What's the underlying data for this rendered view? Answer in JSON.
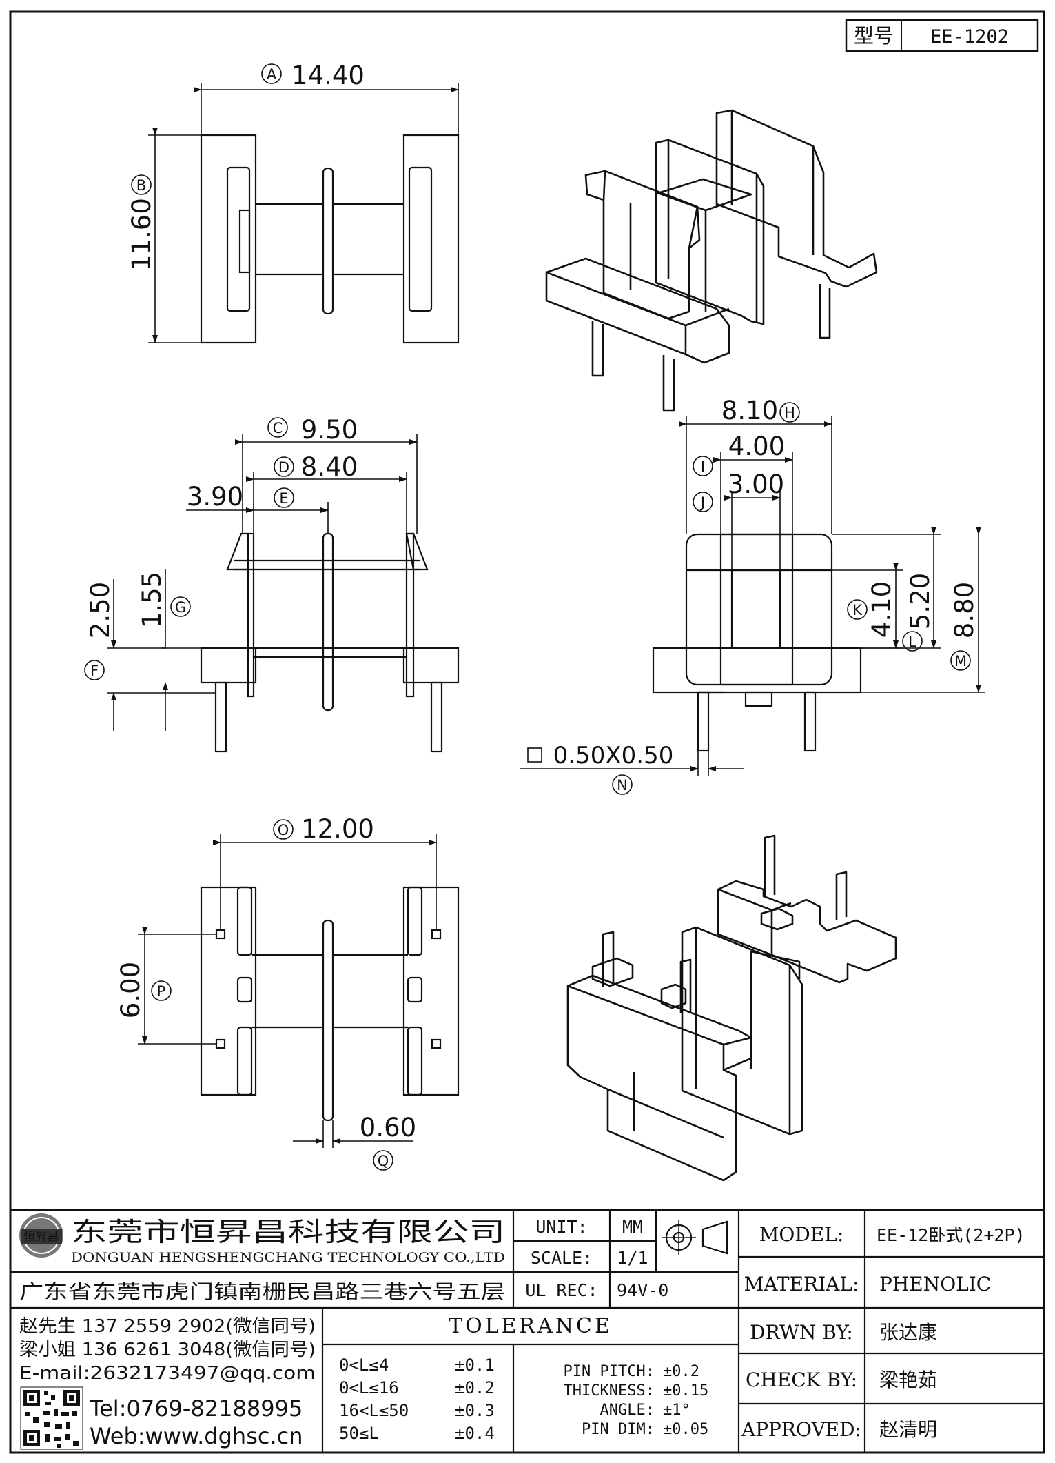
{
  "model_box": {
    "label": "型号",
    "value": "EE-1202"
  },
  "dimensions": {
    "A": {
      "letter": "A",
      "value": "14.40"
    },
    "B": {
      "letter": "B",
      "value": "11.60"
    },
    "C": {
      "letter": "C",
      "value": "9.50"
    },
    "D": {
      "letter": "D",
      "value": "8.40"
    },
    "E": {
      "letter": "E",
      "value": "3.90"
    },
    "F": {
      "letter": "F",
      "value": "2.50"
    },
    "G": {
      "letter": "G",
      "value": "1.55"
    },
    "H": {
      "letter": "H",
      "value": "8.10"
    },
    "I": {
      "letter": "I",
      "value": "4.00"
    },
    "J": {
      "letter": "J",
      "value": "3.00"
    },
    "K": {
      "letter": "K",
      "value": "4.10"
    },
    "L": {
      "letter": "L",
      "value": "5.20"
    },
    "M": {
      "letter": "M",
      "value": "8.80"
    },
    "N": {
      "letter": "N",
      "value": "0.50X0.50"
    },
    "O": {
      "letter": "O",
      "value": "12.00"
    },
    "P": {
      "letter": "P",
      "value": "6.00"
    },
    "Q": {
      "letter": "Q",
      "value": "0.60"
    }
  },
  "title_block": {
    "company_cn": "东莞市恒昇昌科技有限公司",
    "company_en": "DONGUAN HENGSHENGCHANG TECHNOLOGY CO.,LTD",
    "logo_text": "恒昇昌",
    "address": "广东省东莞市虎门镇南栅民昌路三巷六号五层",
    "unit_label": "UNIT:",
    "unit_value": "MM",
    "scale_label": "SCALE:",
    "scale_value": "1/1",
    "ulrec_label": "UL REC:",
    "ulrec_value": "94V-0",
    "model_label": "MODEL:",
    "model_value": "EE-12卧式(2+2P)",
    "material_label": "MATERIAL:",
    "material_value": "PHENOLIC",
    "drwn_label": "DRWN BY:",
    "drwn_value": "张达康",
    "check_label": "CHECK BY:",
    "check_value": "梁艳茹",
    "approved_label": "APPROVED:",
    "approved_value": "赵清明",
    "contacts": [
      "赵先生 137 2559 2902(微信同号)",
      "梁小姐 136 6261 3048(微信同号)",
      "E-mail:2632173497@qq.com"
    ],
    "tel": "Tel:0769-82188995",
    "web": "Web:www.dghsc.cn",
    "tolerance_title": "TOLERANCE",
    "tolerance_rows": [
      {
        "range": "0<L≤4",
        "tol": "±0.1"
      },
      {
        "range": "0<L≤16",
        "tol": "±0.2"
      },
      {
        "range": "16<L≤50",
        "tol": "±0.3"
      },
      {
        "range": "50≤L",
        "tol": "±0.4"
      }
    ],
    "tolerance_notes": [
      {
        "label": "PIN PITCH:",
        "tol": "±0.2"
      },
      {
        "label": "THICKNESS:",
        "tol": "±0.15"
      },
      {
        "label": "ANGLE:",
        "tol": "±1°"
      },
      {
        "label": "PIN DIM:",
        "tol": "±0.05"
      }
    ]
  }
}
